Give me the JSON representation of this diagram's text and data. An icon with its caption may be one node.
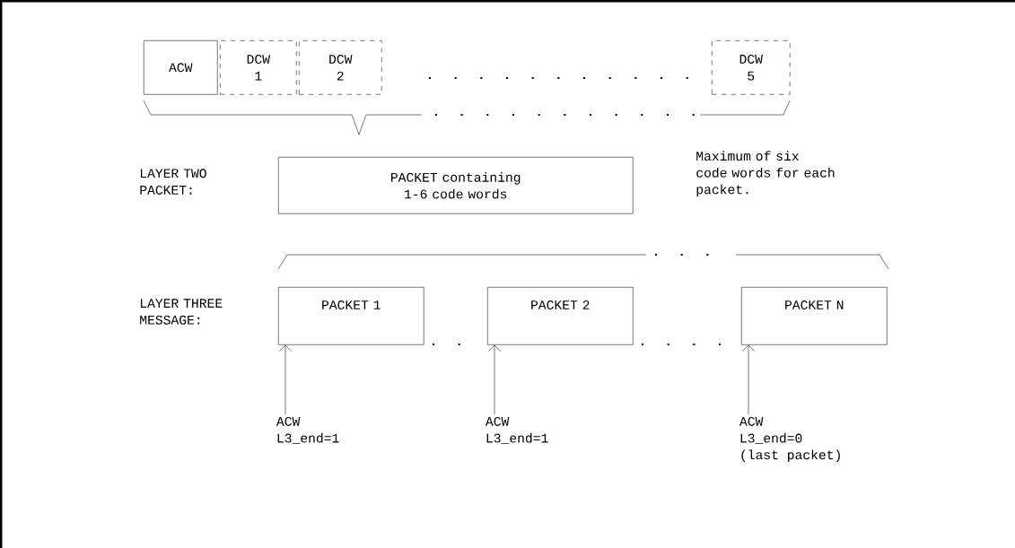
{
  "diagram": {
    "nodes": [
      {
        "text": [
          "ACW"
        ]
      },
      {
        "text": [
          "DCW 1"
        ]
      },
      {
        "text": [
          "DCW 2"
        ]
      },
      {
        "text": [
          "DCW 5"
        ]
      },
      {
        "text": [
          "PACKET containing 1-6 code words"
        ]
      },
      {
        "text": [
          "PACKET 1"
        ]
      },
      {
        "text": [
          "PACKET 2"
        ]
      },
      {
        "text": [
          "PACKET N"
        ]
      },
      {
        "text": [
          "ACW",
          "L3_end=1"
        ]
      },
      {
        "text": [
          "ACW",
          "L3_end=1"
        ]
      },
      {
        "text": [
          "ACW",
          "L3_end=0",
          "(last packet)"
        ]
      }
    ],
    "edges": [
      {
        "from": 8,
        "to": 5,
        "arrow": "to"
      },
      {
        "from": 9,
        "to": 6,
        "arrow": "to"
      },
      {
        "from": 10,
        "to": 7,
        "arrow": "to"
      }
    ],
    "labels": [
      "LAYER TWO PACKET:",
      "Maximum of six code words for each packet.",
      "LAYER THREE MESSAGE:"
    ]
  }
}
